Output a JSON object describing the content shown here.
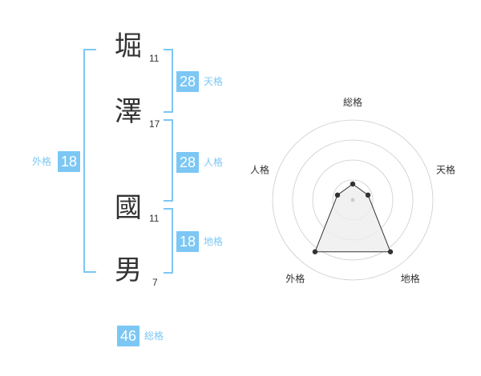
{
  "name": {
    "chars": [
      {
        "char": "堀",
        "strokes": "11"
      },
      {
        "char": "澤",
        "strokes": "17"
      },
      {
        "char": "國",
        "strokes": "11"
      },
      {
        "char": "男",
        "strokes": "7"
      }
    ]
  },
  "fortune": {
    "ten": {
      "value": "28",
      "label": "天格"
    },
    "jin": {
      "value": "28",
      "label": "人格"
    },
    "chi": {
      "value": "18",
      "label": "地格"
    },
    "gai": {
      "value": "18",
      "label": "外格"
    },
    "sou": {
      "value": "46",
      "label": "総格"
    }
  },
  "colors": {
    "accent": "#7cc7f4",
    "text": "#333333",
    "grid": "#cccccc",
    "polygon_fill": "#eeeeee",
    "point": "#333333"
  },
  "chart_data": {
    "type": "radar",
    "axes": [
      "総格",
      "天格",
      "地格",
      "外格",
      "人格"
    ],
    "levels": 4,
    "values": [
      1.0,
      1.0,
      4.0,
      4.0,
      1.0
    ],
    "max": 5
  }
}
